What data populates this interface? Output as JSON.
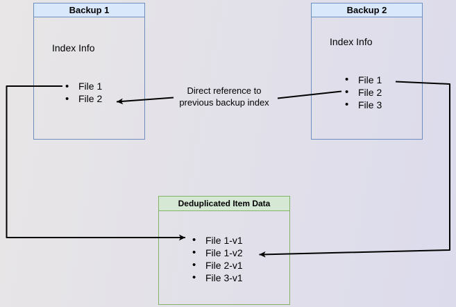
{
  "diagram": {
    "backup1": {
      "title": "Backup 1",
      "subtitle": "Index Info",
      "items": [
        "File 1",
        "File 2"
      ]
    },
    "backup2": {
      "title": "Backup 2",
      "subtitle": "Index Info",
      "items": [
        "File 1",
        "File 2",
        "File 3"
      ]
    },
    "dedup": {
      "title": "Deduplicated Item Data",
      "items": [
        "File 1-v1",
        "File 1-v2",
        "File 2-v1",
        "File 3-v1"
      ]
    },
    "annotation": {
      "line1": "Direct reference to",
      "line2": "previous backup index"
    },
    "colors": {
      "blue_header": "#dae8fc",
      "blue_border": "#6c8ebf",
      "green_header": "#d5e8d4",
      "green_border": "#82b366",
      "arrow": "#000000"
    }
  }
}
